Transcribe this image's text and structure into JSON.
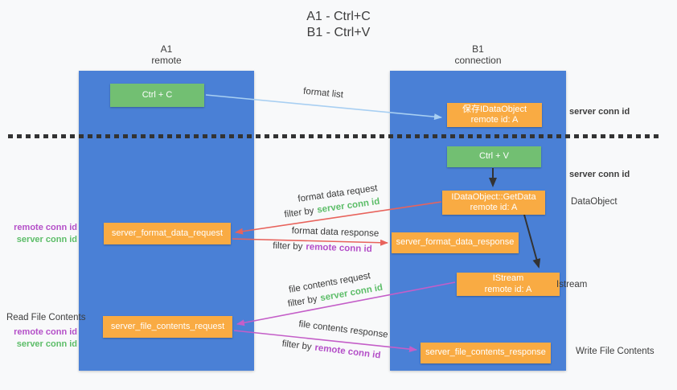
{
  "title": {
    "line1": "A1 - Ctrl+C",
    "line2": "B1 - Ctrl+V"
  },
  "columns": {
    "left": {
      "name": "A1",
      "sub": "remote"
    },
    "right": {
      "name": "B1",
      "sub": "connection"
    }
  },
  "nodes": {
    "ctrl_c": "Ctrl + C",
    "ctrl_v": "Ctrl + V",
    "save_dataobject": {
      "line1": "保存IDataObject",
      "line2": "remote id: A"
    },
    "getdata": {
      "line1": "IDataObject::GetData",
      "line2": "remote id: A"
    },
    "istream": {
      "line1": "IStream",
      "line2": "remote id: A"
    },
    "format_request": "server_format_data_request",
    "format_response": "server_format_data_response",
    "file_request": "server_file_contents_request",
    "file_response": "server_file_contents_response"
  },
  "labels": {
    "format_list": "format list",
    "format_data_request": "format data request",
    "format_data_response": "format data response",
    "file_contents_request": "file contents request",
    "file_contents_response": "file contents response",
    "filter_by": "filter by",
    "server_conn_id": "server conn id",
    "remote_conn_id": "remote conn id",
    "dataobject": "DataObject",
    "istream_side": "Istream",
    "read_file_contents": "Read File Contents",
    "write_file_contents": "Write File Contents"
  },
  "colors": {
    "column_blue": "#4a80d6",
    "box_orange": "#f9ab43",
    "box_green": "#72bf72",
    "arrow_lightblue": "#a8cff2",
    "arrow_red": "#e8635c",
    "arrow_purple": "#c45ec8",
    "arrow_black": "#333333",
    "text_green": "#5cbd68",
    "text_purple": "#b44fc8",
    "text_dark": "#3a3a3a"
  }
}
